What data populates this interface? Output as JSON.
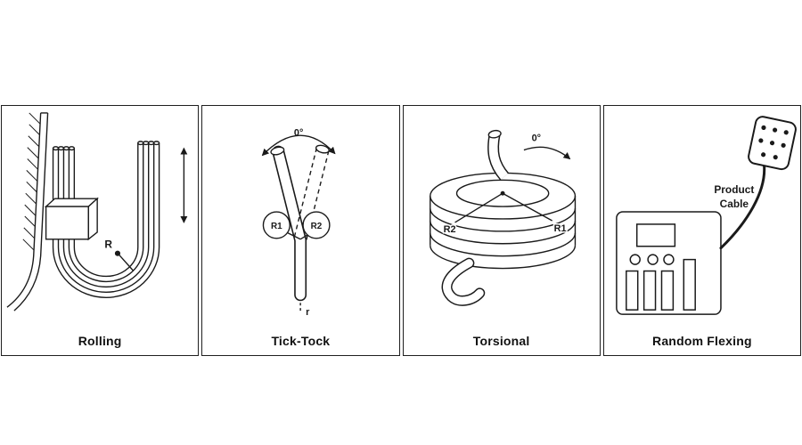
{
  "figure": {
    "panels": [
      {
        "id": "rolling",
        "caption": "Rolling",
        "labels": {
          "radius": "R"
        }
      },
      {
        "id": "tick-tock",
        "caption": "Tick-Tock",
        "labels": {
          "angle": "0°",
          "r1": "R1",
          "r2": "R2",
          "tube_radius": "r"
        }
      },
      {
        "id": "torsional",
        "caption": "Torsional",
        "labels": {
          "angle": "0°",
          "r1": "R1",
          "r2": "R2"
        }
      },
      {
        "id": "random-flexing",
        "caption": "Random Flexing",
        "labels": {
          "cable_line1": "Product",
          "cable_line2": "Cable"
        }
      }
    ]
  },
  "colors": {
    "stroke": "#1a1a1a",
    "background": "#ffffff"
  }
}
